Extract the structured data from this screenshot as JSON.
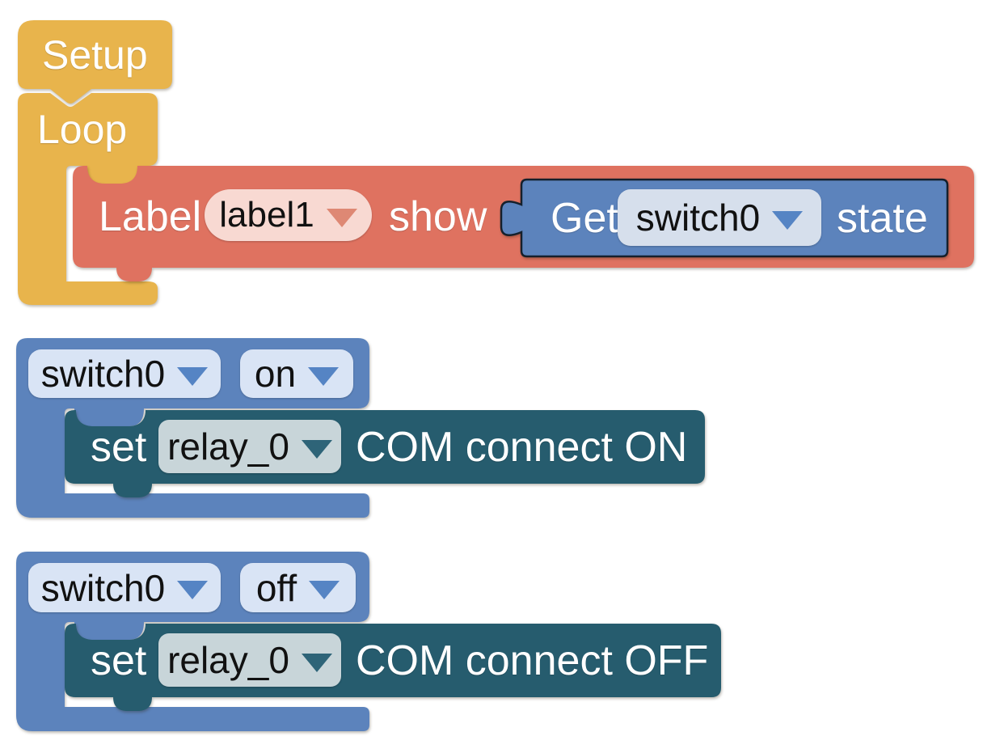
{
  "workspace": {
    "setup": {
      "label": "Setup"
    },
    "loop": {
      "label": "Loop"
    },
    "label_show": {
      "keyword": "Label",
      "dropdown": "label1",
      "action": "show"
    },
    "get_state": {
      "keyword": "Get",
      "dropdown": "switch0",
      "property": "state"
    },
    "switch_on": {
      "switch": "switch0",
      "state": "on",
      "set": {
        "keyword": "set",
        "dropdown": "relay_0",
        "action": "COM connect ON"
      }
    },
    "switch_off": {
      "switch": "switch0",
      "state": "off",
      "set": {
        "keyword": "set",
        "dropdown": "relay_0",
        "action": "COM connect OFF"
      }
    }
  },
  "colors": {
    "block_yellow": "#E8B44C",
    "block_red": "#DF7260",
    "block_blue": "#5C83BC",
    "block_teal": "#265C6E",
    "get_block_border": "#15202C",
    "dropdown_pink": "#F8D9D2",
    "dropdown_light_blue": "#D9E4F5",
    "dropdown_gray_teal": "#C8D5D9",
    "triangle_red": "#DE8874",
    "triangle_blue": "#5584C4",
    "triangle_teal": "#2E6478",
    "canvas_background": "#FFFFFF"
  }
}
